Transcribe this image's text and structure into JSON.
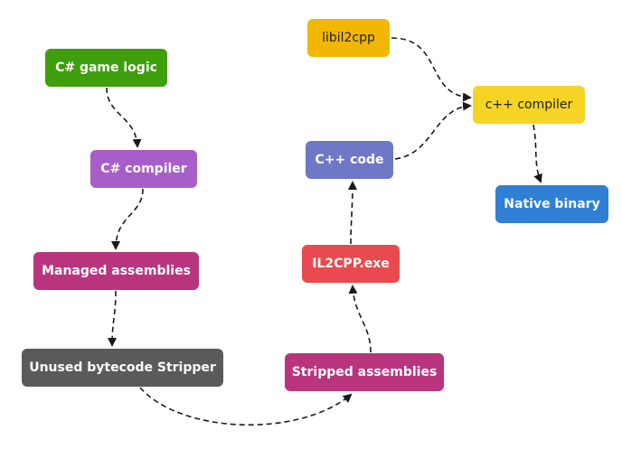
{
  "nodes": {
    "csharp_game_logic": {
      "label": "C# game logic",
      "color": "#3e9e0c"
    },
    "csharp_compiler": {
      "label": "C# compiler",
      "color": "#a85ec9"
    },
    "managed_assemblies": {
      "label": "Managed assemblies",
      "color": "#b8357e"
    },
    "unused_bytecode_stripper": {
      "label": "Unused bytecode Stripper",
      "color": "#5a5a5a"
    },
    "stripped_assemblies": {
      "label": "Stripped assemblies",
      "color": "#b8357e"
    },
    "il2cpp_exe": {
      "label": "IL2CPP.exe",
      "color": "#e84a4f"
    },
    "cpp_code": {
      "label": "C++ code",
      "color": "#6e78c4"
    },
    "libil2cpp": {
      "label": "libil2cpp",
      "color": "#f2b705"
    },
    "cpp_compiler": {
      "label": "c++ compiler",
      "color": "#f5d425"
    },
    "native_binary": {
      "label": "Native binary",
      "color": "#2f7fd4"
    }
  },
  "edges": [
    [
      "csharp_game_logic",
      "csharp_compiler"
    ],
    [
      "csharp_compiler",
      "managed_assemblies"
    ],
    [
      "managed_assemblies",
      "unused_bytecode_stripper"
    ],
    [
      "unused_bytecode_stripper",
      "stripped_assemblies"
    ],
    [
      "stripped_assemblies",
      "il2cpp_exe"
    ],
    [
      "il2cpp_exe",
      "cpp_code"
    ],
    [
      "cpp_code",
      "cpp_compiler"
    ],
    [
      "libil2cpp",
      "cpp_compiler"
    ],
    [
      "cpp_compiler",
      "native_binary"
    ]
  ]
}
